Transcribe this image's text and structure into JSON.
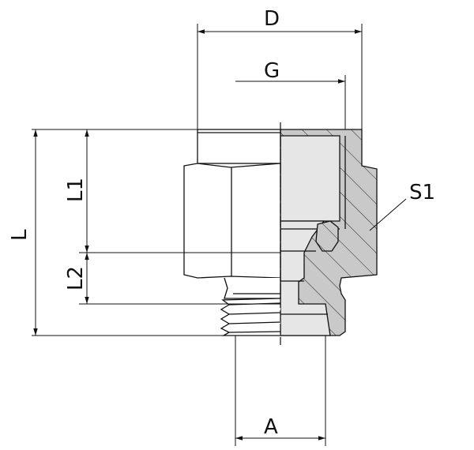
{
  "labels": {
    "D": "D",
    "G": "G",
    "L": "L",
    "L1": "L1",
    "L2": "L2",
    "A": "A",
    "S1": "S1"
  },
  "colors": {
    "line": "#111111",
    "section_fill": "#c9c9c9",
    "bore_fill": "#e6e6e6"
  }
}
